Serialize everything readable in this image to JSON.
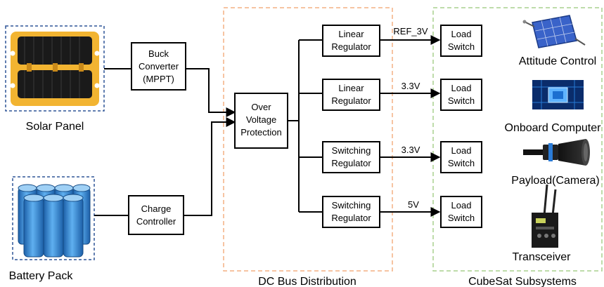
{
  "blocks": {
    "buck": [
      "Buck",
      "Converter",
      "(MPPT)"
    ],
    "charge": [
      "Charge",
      "Controller"
    ],
    "ovp": [
      "Over",
      "Voltage",
      "Protection"
    ],
    "reg1": [
      "Linear",
      "Regulator"
    ],
    "reg2": [
      "Linear",
      "Regulator"
    ],
    "reg3": [
      "Switching",
      "Regulator"
    ],
    "reg4": [
      "Switching",
      "Regulator"
    ],
    "ls1": [
      "Load",
      "Switch"
    ],
    "ls2": [
      "Load",
      "Switch"
    ],
    "ls3": [
      "Load",
      "Switch"
    ],
    "ls4": [
      "Load",
      "Switch"
    ]
  },
  "rails": {
    "rail1": "REF_3V",
    "rail2": "3.3V",
    "rail3": "3.3V",
    "rail4": "5V"
  },
  "labels": {
    "solar_panel": "Solar Panel",
    "battery_pack": "Battery Pack",
    "dc_bus": "DC Bus Distribution",
    "cubesat": "CubeSat Subsystems",
    "attitude": "Attitude Control",
    "onboard": "Onboard Computer",
    "payload": "Payload(Camera)",
    "transceiver": "Transceiver"
  },
  "colors": {
    "dc_bus_border": "#f4b183",
    "cubesat_border": "#a9d18e",
    "image_border": "#2f5597",
    "solar_frame": "#f2b431",
    "solar_cell": "#1a1a1a",
    "battery_blue": "#2e86d6"
  },
  "icons": {
    "solar": "solar-panel-image",
    "battery": "battery-pack-image",
    "attitude": "satellite-icon",
    "onboard": "processor-chip-icon",
    "payload": "camera-lens-icon",
    "transceiver": "radio-transceiver-icon"
  }
}
